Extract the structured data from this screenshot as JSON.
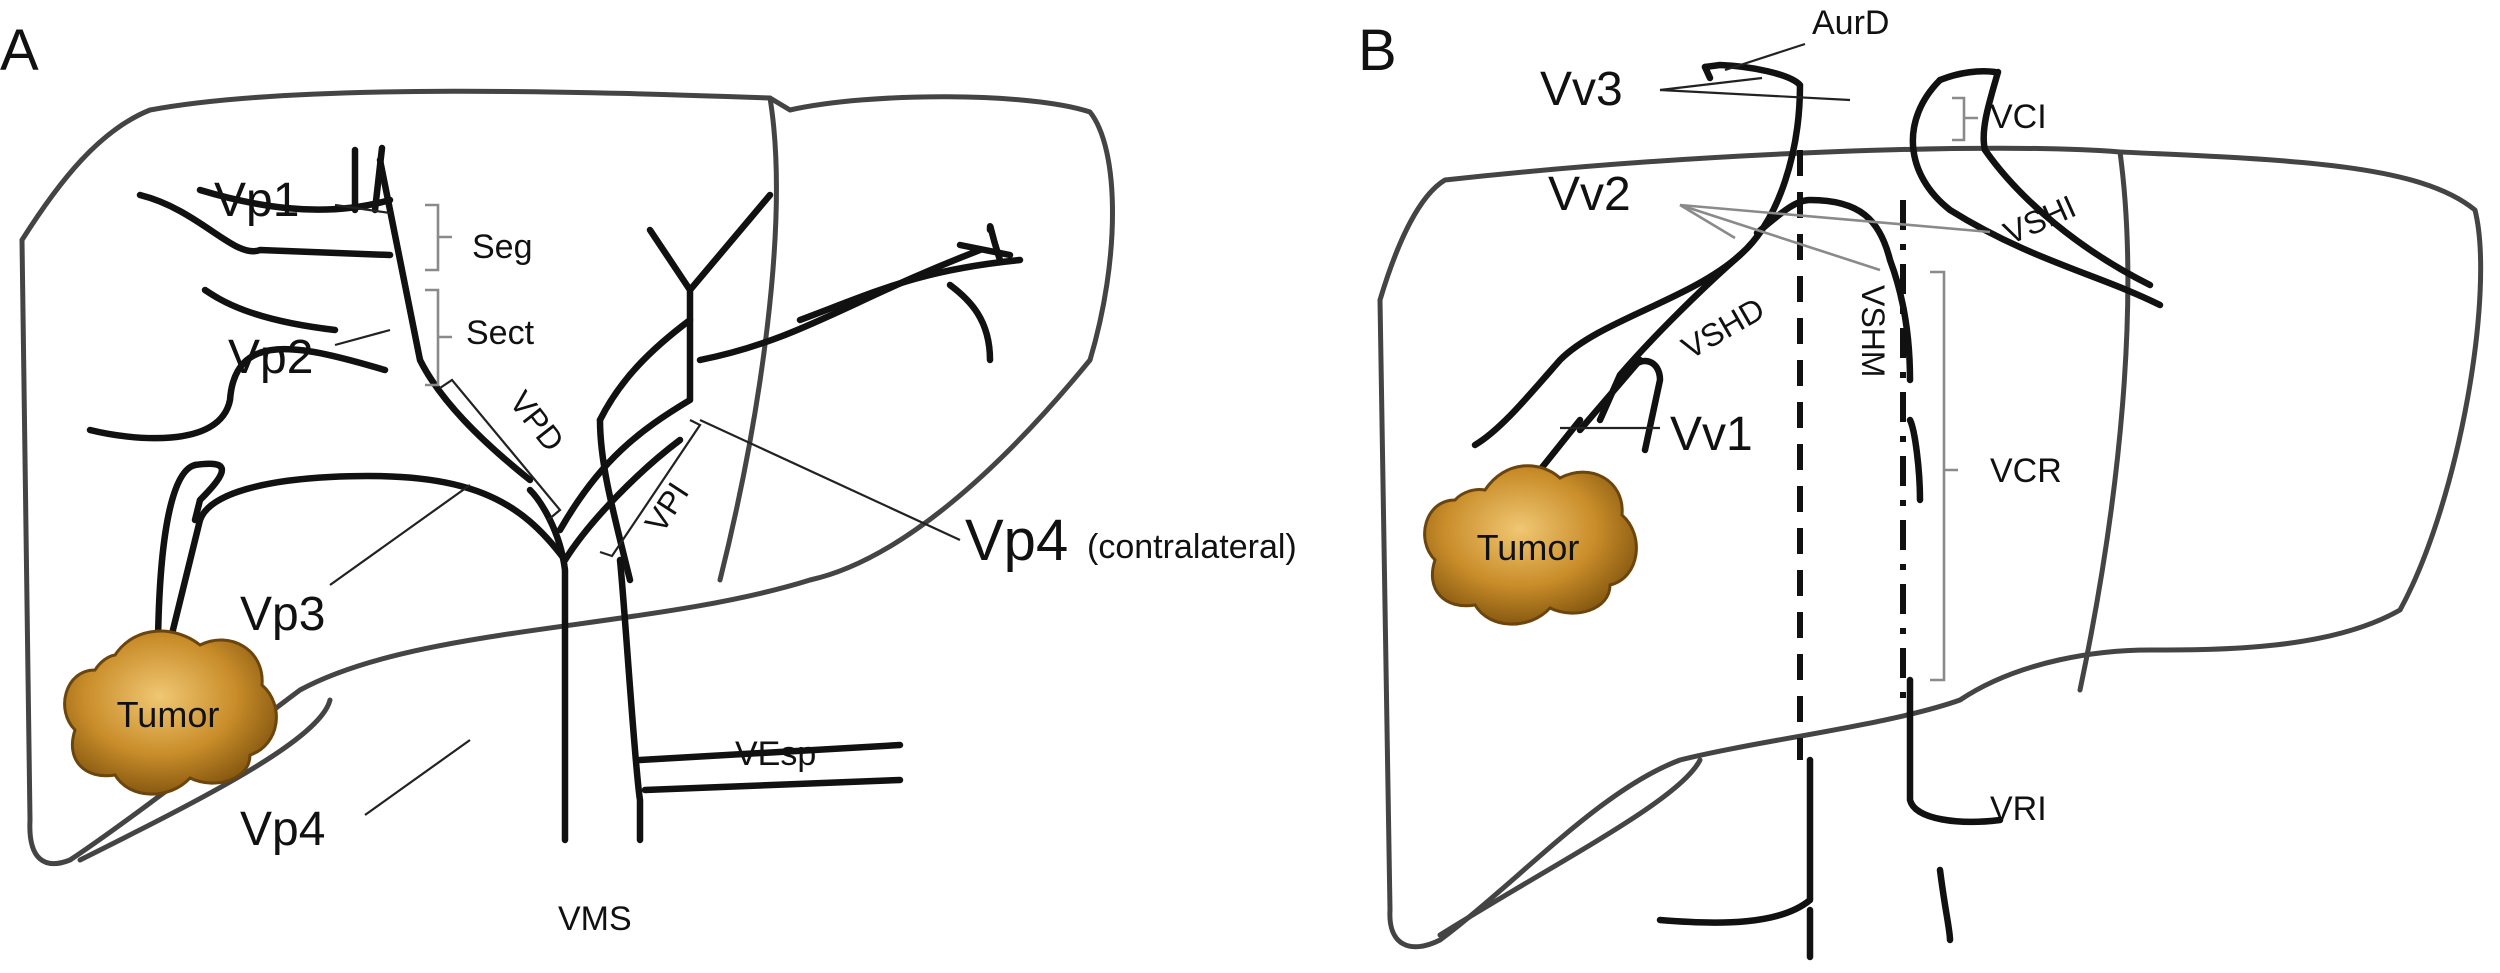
{
  "panel_a": {
    "letter": "A",
    "labels": {
      "vp1": "Vp1",
      "vp2": "Vp2",
      "vp3": "Vp3",
      "vp4": "Vp4",
      "vp4_contra": "Vp4",
      "contralateral": "(contralateral)",
      "seg": "Seg",
      "sect": "Sect",
      "vpd": "VPD",
      "vpi": "VPI",
      "vesp": "VEsp",
      "vms": "VMS",
      "tumor": "Tumor"
    }
  },
  "panel_b": {
    "letter": "B",
    "labels": {
      "aurd": "AurD",
      "vv3": "Vv3",
      "vv2": "Vv2",
      "vv1": "Vv1",
      "vci": "VCI",
      "vshi": "VSHI",
      "vshd": "VSHD",
      "vshm": "VSHM",
      "vcr": "VCR",
      "vri": "VRI",
      "tumor": "Tumor"
    }
  },
  "colors": {
    "outline": "#444444",
    "vessel": "#111111",
    "leader_gray": "#8a8a8a",
    "tumor_light": "#e6b65a",
    "tumor_dark": "#7a4f0c"
  }
}
